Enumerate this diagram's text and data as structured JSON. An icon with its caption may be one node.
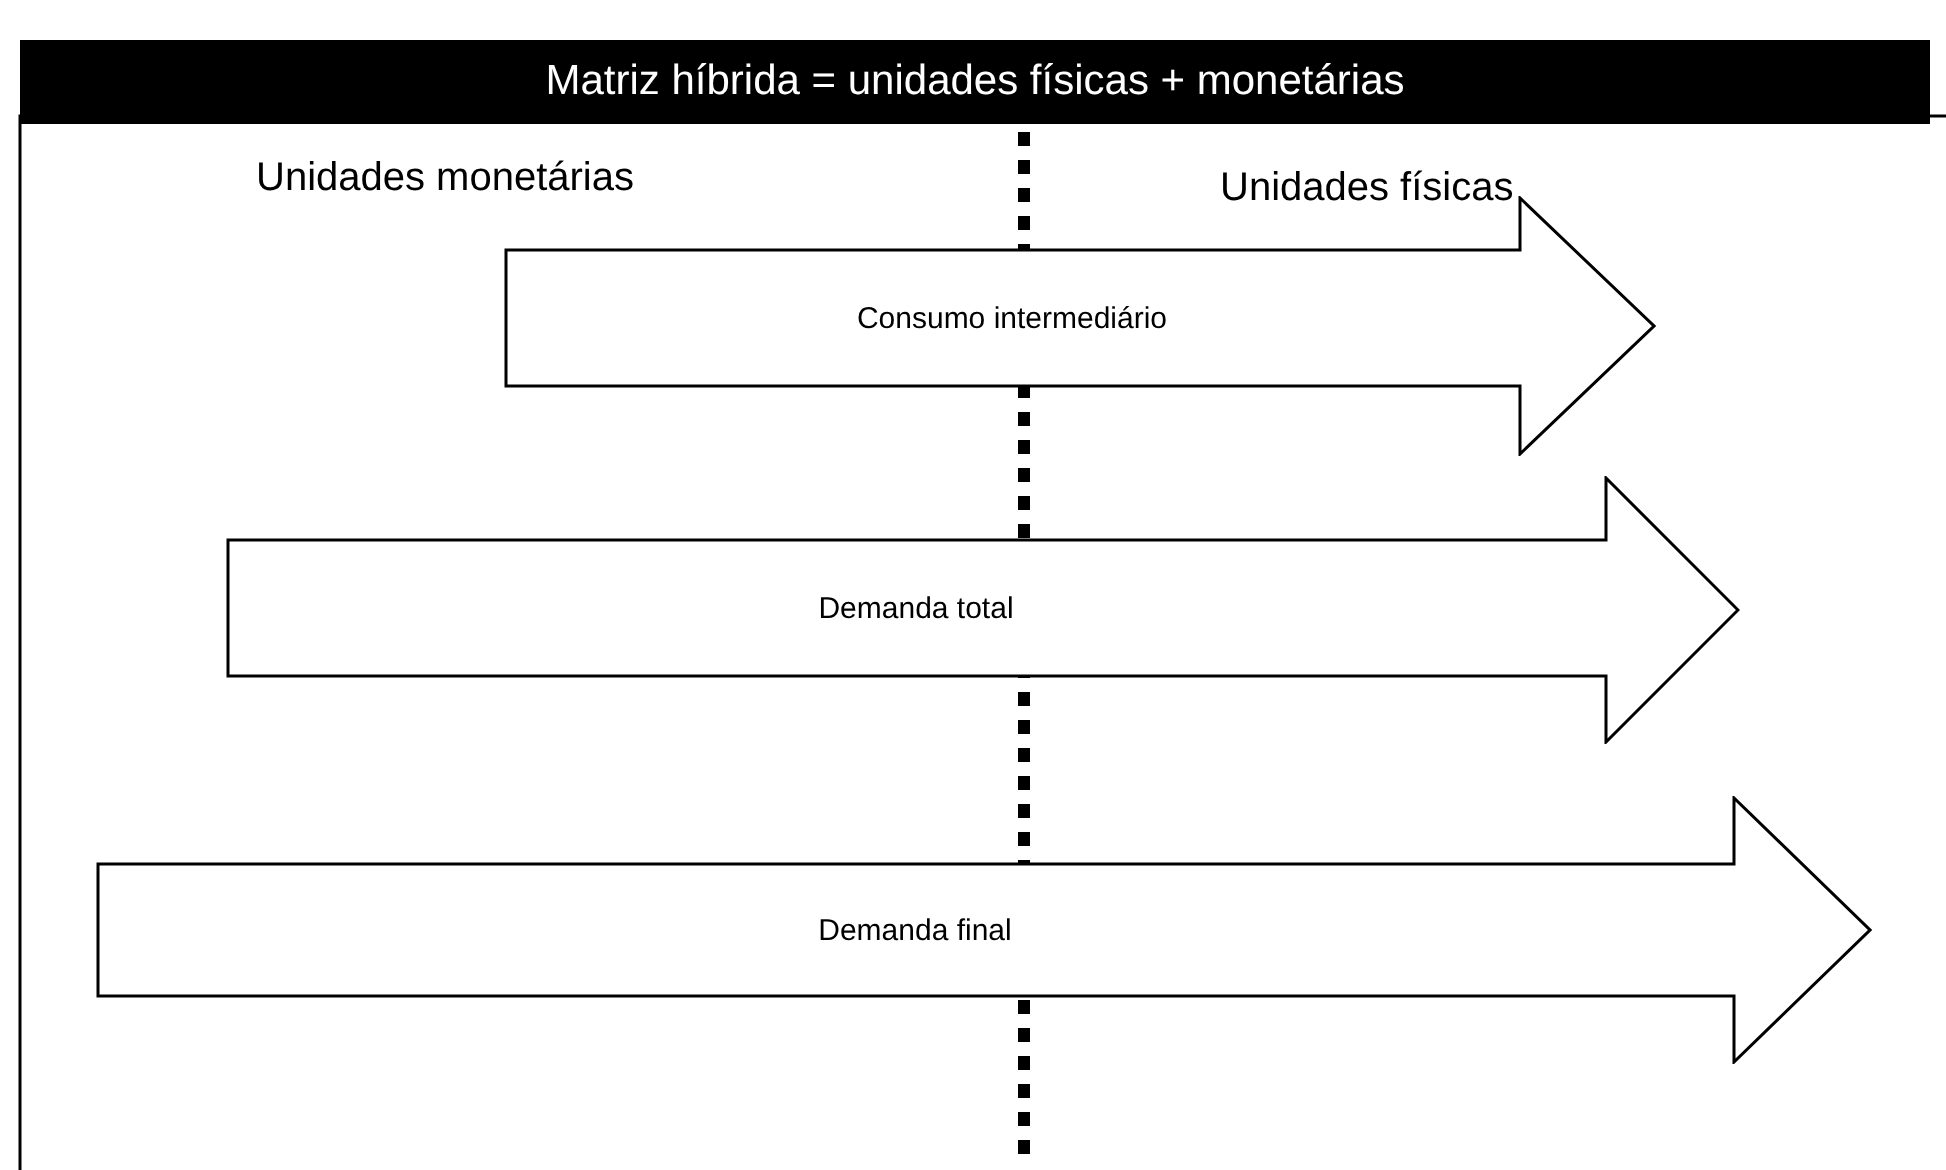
{
  "diagram": {
    "title": "Matriz híbrida = unidades físicas + monetárias",
    "nodes": [
      {
        "text": [
          "Consumo intermediário"
        ]
      },
      {
        "text": [
          "Demanda total"
        ]
      },
      {
        "text": [
          "Demanda final"
        ]
      }
    ],
    "labels": [
      "Unidades monetárias",
      "Unidades físicas"
    ]
  }
}
